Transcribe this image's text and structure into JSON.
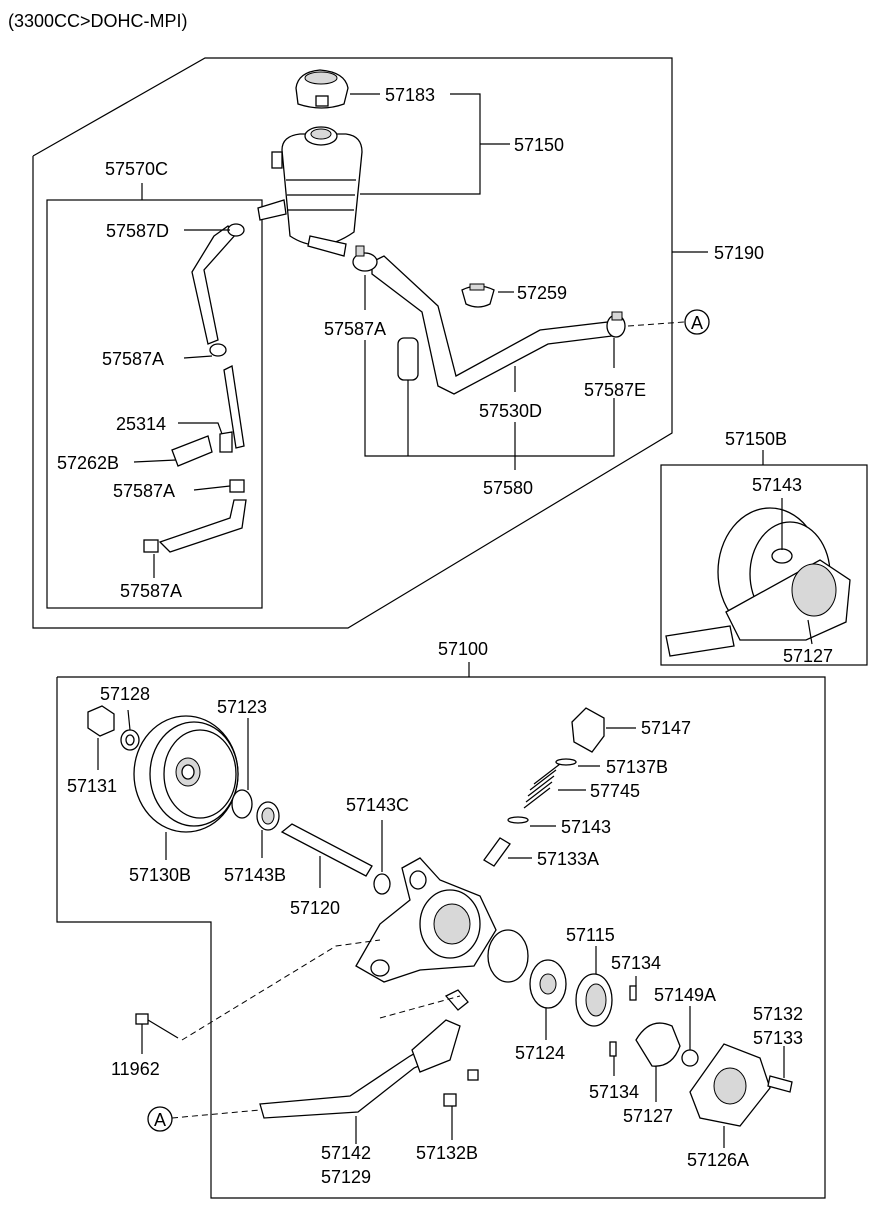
{
  "header": {
    "engine_spec": "(3300CC>DOHC-MPI)"
  },
  "reference_marker": "A",
  "labels": {
    "p57183": "57183",
    "p57150": "57150",
    "p57570C": "57570C",
    "p57587D": "57587D",
    "p57190": "57190",
    "p57259": "57259",
    "p57587A_top": "57587A",
    "p57587A_left1": "57587A",
    "p57587E": "57587E",
    "p57530D": "57530D",
    "p25314": "25314",
    "p57262B": "57262B",
    "p57587A_left2": "57587A",
    "p57580": "57580",
    "p57587A_left3": "57587A",
    "p57150B": "57150B",
    "p57143_top": "57143",
    "p57127_top": "57127",
    "p57100": "57100",
    "p57128": "57128",
    "p57123": "57123",
    "p57147": "57147",
    "p57131": "57131",
    "p57137B": "57137B",
    "p57745": "57745",
    "p57143C": "57143C",
    "p57143": "57143",
    "p57130B": "57130B",
    "p57143B": "57143B",
    "p57133A": "57133A",
    "p57120": "57120",
    "p57115": "57115",
    "p57134_top": "57134",
    "p57149A": "57149A",
    "p57132": "57132",
    "p57133": "57133",
    "p57124": "57124",
    "p11962": "11962",
    "p57134_bot": "57134",
    "p57127": "57127",
    "p57142": "57142",
    "p57129": "57129",
    "p57132B": "57132B",
    "p57126A": "57126A"
  }
}
